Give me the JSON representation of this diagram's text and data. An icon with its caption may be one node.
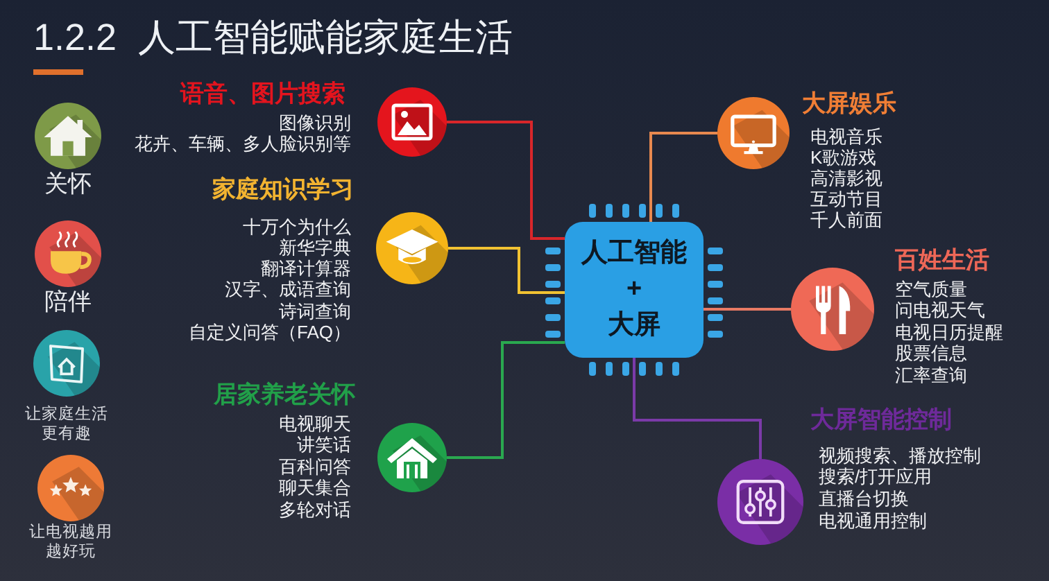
{
  "diagram": {
    "title": "1.2.2 人工智能赋能家庭生活",
    "nodes": [
      {
        "text": [],
        "shape": "circle",
        "beside": [
          "关怀"
        ]
      },
      {
        "text": [],
        "shape": "circle",
        "beside": [
          "陪伴"
        ]
      },
      {
        "text": [],
        "shape": "circle",
        "beside": [
          "让家庭生活更有趣"
        ]
      },
      {
        "text": [],
        "shape": "circle",
        "beside": [
          "让电视越用越好玩"
        ]
      },
      {
        "text": [],
        "shape": "circle",
        "beside": [
          "语音、图片搜索",
          "图像识别",
          "花卉、车辆、多人脸识别等"
        ]
      },
      {
        "text": [],
        "shape": "circle",
        "beside": [
          "家庭知识学习",
          "十万个为什么",
          "新华字典",
          "翻译计算器",
          "汉字、成语查询",
          "诗词查询",
          "自定义问答（FAQ）"
        ]
      },
      {
        "text": [],
        "shape": "circle",
        "beside": [
          "居家养老关怀",
          "电视聊天",
          "讲笑话",
          "百科问答",
          "聊天集合",
          "多轮对话"
        ]
      },
      {
        "text": [
          "人工智能",
          "+",
          "大屏"
        ]
      },
      {
        "text": [],
        "shape": "circle",
        "beside": [
          "大屏娱乐",
          "电视音乐",
          "K歌游戏",
          "高清影视",
          "互动节目",
          "千人前面"
        ]
      },
      {
        "text": [],
        "shape": "circle",
        "beside": [
          "百姓生活",
          "空气质量",
          "问电视天气",
          "电视日历提醒",
          "股票信息",
          "汇率查询"
        ]
      },
      {
        "text": [],
        "shape": "circle",
        "beside": [
          "大屏智能控制",
          "视频搜索、播放控制",
          "搜索/打开应用",
          "直播台切换",
          "电视通用控制"
        ]
      }
    ],
    "edges": [
      {
        "from": 7,
        "to": 4,
        "arrow": "none",
        "color": "#d8262a"
      },
      {
        "from": 7,
        "to": 5,
        "arrow": "none",
        "color": "#f1c232"
      },
      {
        "from": 7,
        "to": 6,
        "arrow": "none",
        "color": "#2aa84f"
      },
      {
        "from": 7,
        "to": 8,
        "arrow": "none",
        "color": "#e8894f"
      },
      {
        "from": 7,
        "to": 9,
        "arrow": "none",
        "color": "#e87a64"
      },
      {
        "from": 7,
        "to": 10,
        "arrow": "none",
        "color": "#7b3aa8"
      }
    ]
  }
}
